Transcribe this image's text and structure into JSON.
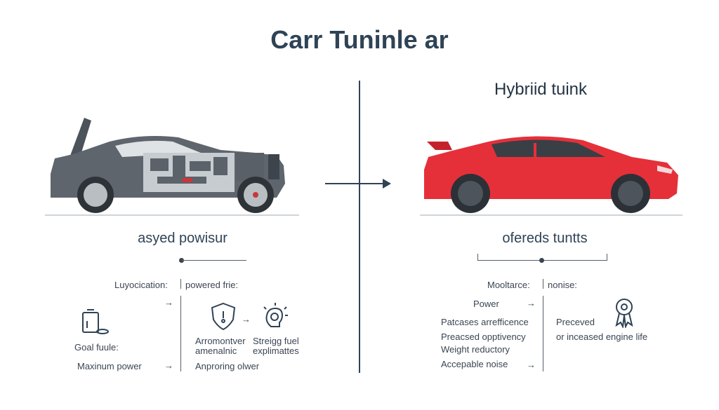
{
  "title": "Carr Tuninle  ar",
  "right": {
    "title": "Hybriid tuink",
    "subhead": "ofereds tuntts",
    "header_left": "Mooltarce:",
    "header_right": "nonise:",
    "left_items": [
      "Power",
      "Patcases arrefficence",
      "Preacsed opptivency",
      "Weight reductory",
      "Accepable noise"
    ],
    "right_items": [
      "Preceved",
      "or inceased engine life"
    ]
  },
  "left": {
    "subhead": "asyed powisur",
    "header_left": "Luyocication:",
    "header_right": "powered frie:",
    "goal": "Goal fuule:",
    "max_power": "Maxinum power",
    "mid_text_1": "Arromontver",
    "mid_text_2": "amenalnic",
    "fuel_text_1": "Streigg fuel",
    "fuel_text_2": "explimattes",
    "bottom_text": "Anproring olwer"
  },
  "arrow_glyph": "→",
  "colors": {
    "accent": "#2f4356",
    "red_car": "#e5303a",
    "gray_car": "#5d6269"
  },
  "icons": [
    "fuel-can-icon",
    "shield-icon",
    "lightbulb-head-icon",
    "medal-icon",
    "chevron-right-icon"
  ]
}
